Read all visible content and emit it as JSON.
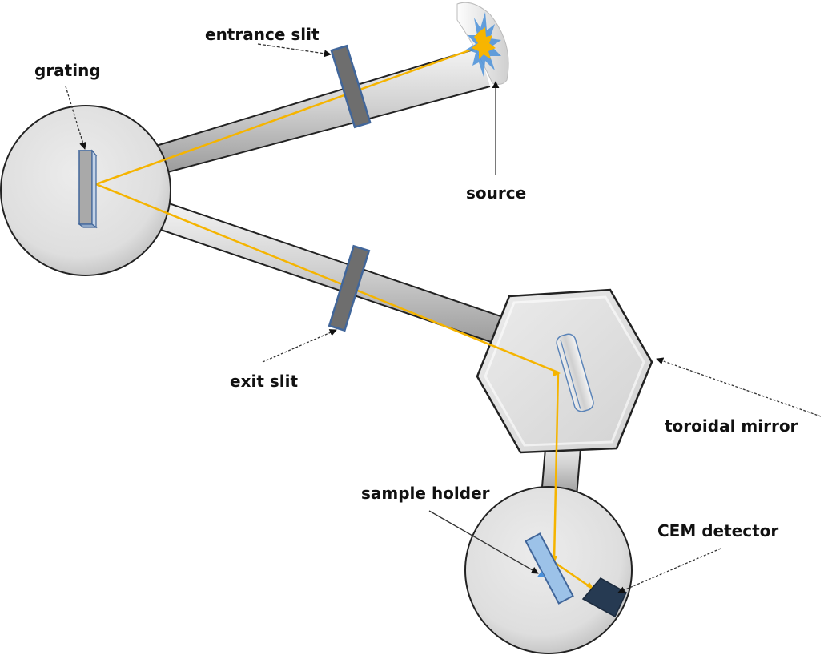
{
  "diagram": {
    "title": "Monochromator beamline schematic",
    "labels": {
      "grating": "grating",
      "entrance_slit": "entrance slit",
      "source": "source",
      "exit_slit": "exit slit",
      "toroidal_mirror": "toroidal mirror",
      "sample_holder": "sample holder",
      "cem_detector": "CEM detector"
    },
    "colors": {
      "beam": "#f5b400",
      "chamber_fill": "#e2e2e2",
      "chamber_stroke": "#222222",
      "slit_fill": "#6e6e6e",
      "slit_stroke": "#41669a",
      "grating_fill": "#a9a9a9",
      "sample_fill": "#9cc2e8",
      "detector_fill": "#263a52",
      "mirror_stroke": "#5b84b8"
    },
    "components": [
      "source",
      "entrance slit",
      "grating",
      "exit slit",
      "toroidal mirror",
      "sample holder",
      "CEM detector"
    ]
  }
}
